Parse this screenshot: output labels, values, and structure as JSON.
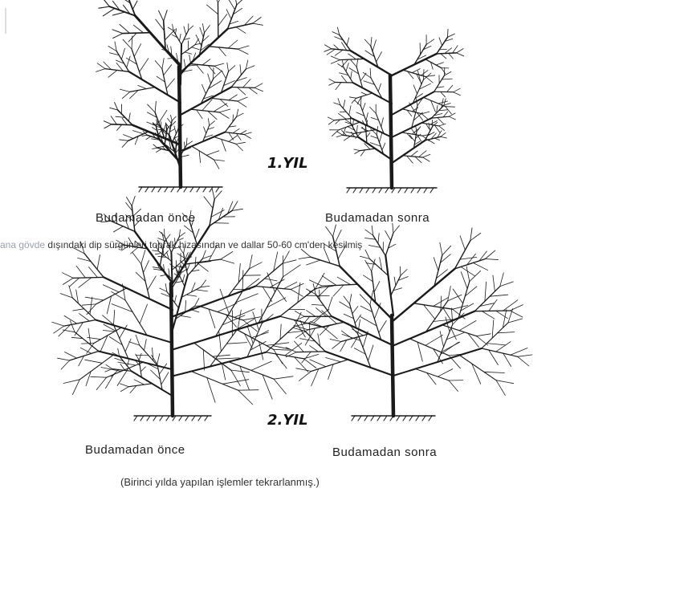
{
  "year1": {
    "label": "1.YIL",
    "before_caption": "Budamadan önce",
    "after_caption": "Budamadan sonra",
    "note_faint": "ana gövde",
    "note_main": "dışındaki dip sürgünleri toprak hizasından ve dallar 50-60 cm'den kesilmiş"
  },
  "year2": {
    "label": "2.YIL",
    "before_caption": "Budamadan önce",
    "after_caption": "Budamadan sonra",
    "note": "(Birinci yılda yapılan işlemler tekrarlanmış.)"
  },
  "colors": {
    "ink": "#1a1a1a",
    "background": "#ffffff",
    "faint_text": "#9aa0b0"
  }
}
